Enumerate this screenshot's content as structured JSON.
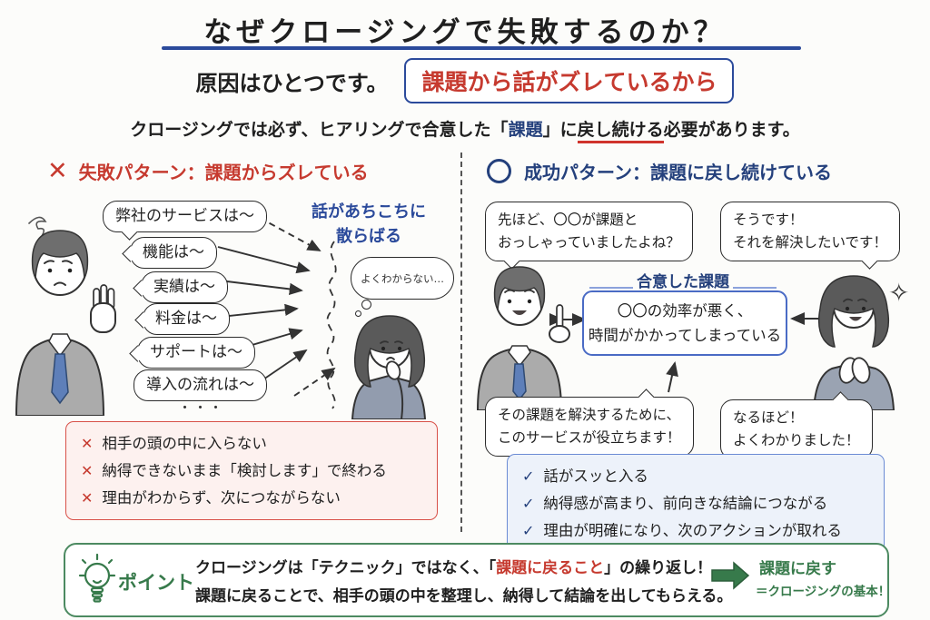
{
  "title": "なぜクロージングで失敗するのか？",
  "intro": {
    "lead": "原因はひとつです。",
    "cause": "課題から話がズレているから"
  },
  "explain": {
    "pre": "クロージングでは必ず、ヒアリングで合意した「",
    "keyword": "課題",
    "mid": "」に",
    "underlined": "戻し続ける",
    "post": "必要があります。"
  },
  "fail": {
    "mark": "✕",
    "header": "失敗パターン：課題からズレている",
    "bubbles": [
      "弊社のサービスは〜",
      "機能は〜",
      "実績は〜",
      "料金は〜",
      "サポートは〜",
      "導入の流れは〜"
    ],
    "ellipsis": "・・・",
    "scatter_note": "話があちこちに\n散らばる",
    "thought": "よくわからない…",
    "results": [
      "相手の頭の中に入らない",
      "納得できないまま「検討します」で終わる",
      "理由がわからず、次につながらない"
    ]
  },
  "success": {
    "header": "成功パターン：課題に戻し続けている",
    "sales_top": "先ほど、〇〇が課題と\nおっしゃっていましたよね？",
    "customer_top": "そうです！\nそれを解決したいです！",
    "agreed_label": "合意した課題",
    "agreed_text": "〇〇の効率が悪く、\n時間がかかってしまっている",
    "sales_bottom": "その課題を解決するために、\nこのサービスが役立ちます！",
    "customer_bottom": "なるほど！\nよくわかりました！",
    "check": "✓",
    "sparkle": "✧",
    "results": [
      "話がスッと入る",
      "納得感が高まり、前向きな結論につながる",
      "理由が明確になり、次のアクションが取れる"
    ]
  },
  "point": {
    "label": "ポイント",
    "line1_pre": "クロージングは「テクニック」ではなく、「",
    "line1_keyword": "課題に戻ること",
    "line1_post": "」の繰り返し！",
    "line2": "課題に戻ることで、相手の頭の中を整理し、納得して結論を出してもらえる。",
    "conclusion_title": "課題に戻す",
    "conclusion_sub": "＝クロージングの基本！"
  },
  "colors": {
    "red": "#c63a2f",
    "navy": "#24407c",
    "blue_border": "#5b7cc9",
    "green": "#377a4b",
    "pink_bg": "#fdf1ef",
    "blue_bg": "#edf2fa"
  }
}
